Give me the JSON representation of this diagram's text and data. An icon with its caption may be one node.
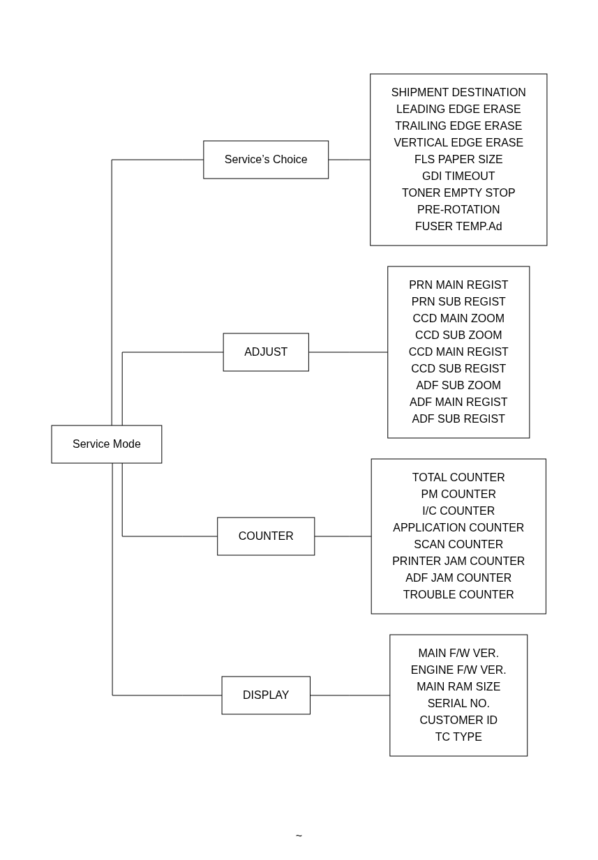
{
  "diagram": {
    "nodes": [
      {
        "text": [
          "Service Mode"
        ]
      },
      {
        "text": [
          "Service’s Choice"
        ]
      },
      {
        "text": [
          "SHIPMENT DESTINATION",
          "LEADING EDGE ERASE",
          "TRAILING EDGE ERASE",
          "VERTICAL EDGE ERASE",
          "FLS PAPER SIZE",
          "GDI TIMEOUT",
          "TONER EMPTY STOP",
          "PRE-ROTATION",
          "FUSER TEMP.Ad"
        ]
      },
      {
        "text": [
          "ADJUST"
        ]
      },
      {
        "text": [
          "PRN MAIN REGIST",
          "PRN SUB REGIST",
          "CCD MAIN ZOOM",
          "CCD SUB ZOOM",
          "CCD MAIN REGIST",
          "CCD SUB REGIST",
          "ADF SUB ZOOM",
          "ADF MAIN REGIST",
          "ADF SUB REGIST"
        ]
      },
      {
        "text": [
          "COUNTER"
        ]
      },
      {
        "text": [
          "TOTAL COUNTER",
          "PM COUNTER",
          "I/C COUNTER",
          "APPLICATION COUNTER",
          "SCAN COUNTER",
          "PRINTER JAM COUNTER",
          "ADF JAM COUNTER",
          "TROUBLE COUNTER"
        ]
      },
      {
        "text": [
          "DISPLAY"
        ]
      },
      {
        "text": [
          "MAIN F/W VER.",
          "ENGINE F/W VER.",
          "MAIN RAM SIZE",
          "SERIAL NO.",
          "CUSTOMER ID",
          "TC TYPE"
        ]
      }
    ],
    "edges": [
      {
        "from": 0,
        "to": 1,
        "arrow": "none"
      },
      {
        "from": 0,
        "to": 3,
        "arrow": "none"
      },
      {
        "from": 0,
        "to": 5,
        "arrow": "none"
      },
      {
        "from": 0,
        "to": 7,
        "arrow": "none"
      },
      {
        "from": 1,
        "to": 2,
        "arrow": "none"
      },
      {
        "from": 3,
        "to": 4,
        "arrow": "none"
      },
      {
        "from": 5,
        "to": 6,
        "arrow": "none"
      },
      {
        "from": 7,
        "to": 8,
        "arrow": "none"
      }
    ],
    "labels": [
      "~"
    ]
  }
}
